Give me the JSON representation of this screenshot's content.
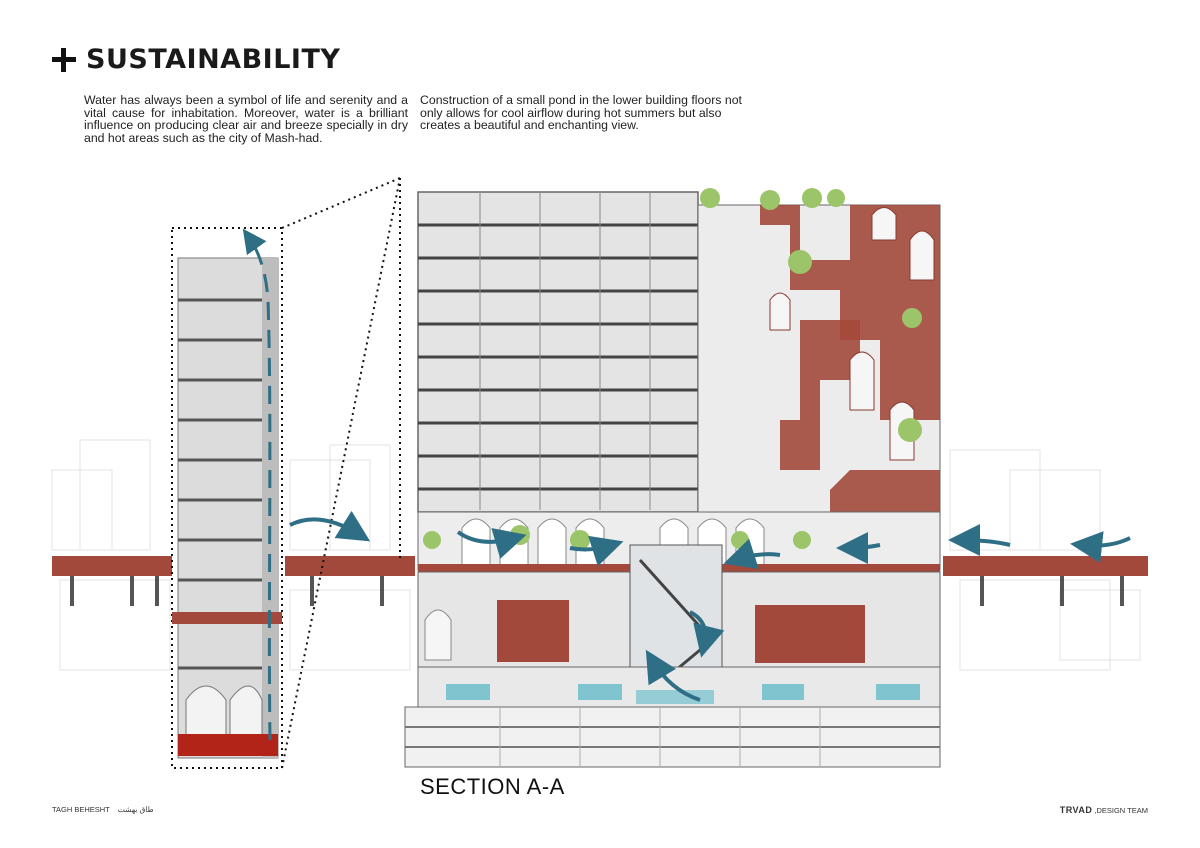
{
  "header": {
    "icon": "plus-icon",
    "title": "SUSTAINABILITY"
  },
  "paragraphs": {
    "left": "Water has always been a symbol of life and serenity and a vital cause for inhabitation. Moreover, water is a brilliant influence on producing clear air and breeze specially in dry and hot areas such as the city of Mash-had.",
    "right": "Construction of a small pond in the lower building floors not only allows for cool airflow during hot summers but also creates a beautiful and enchanting view."
  },
  "drawing": {
    "label": "SECTION A-A",
    "colors": {
      "brick": "#a3493c",
      "concrete": "#d9d9d9",
      "water": "#7fc4cf",
      "arrow": "#2f6f86",
      "tree": "#9cc56a"
    }
  },
  "footer": {
    "project_en": "TAGH BEHESHT",
    "project_fa": "طاق بهشت",
    "brand": "TRVAD",
    "team": ",DESIGN TEAM"
  }
}
